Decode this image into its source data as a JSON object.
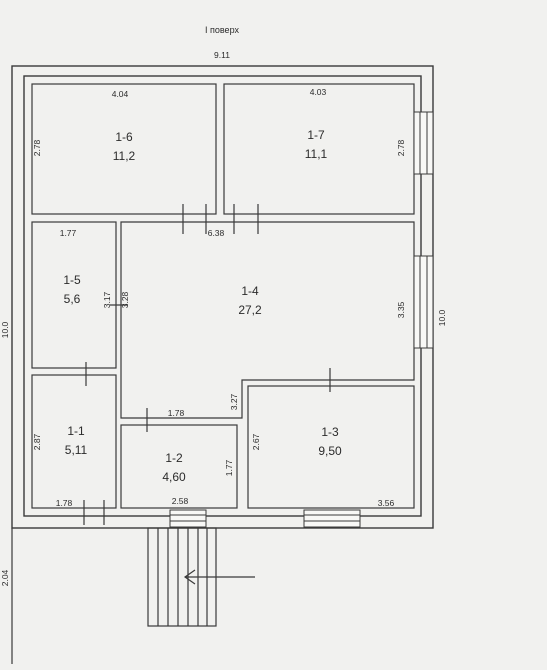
{
  "title": "I поверх",
  "dimensions": {
    "top_total": "9.11",
    "left_total": "10.0",
    "right_total": "10.0",
    "porch_height": "2.04",
    "r16_width": "4.04",
    "r16_height": "2.78",
    "r17_width": "4.03",
    "r17_height": "2.78",
    "r15_width": "1.77",
    "r15_height_a": "3.17",
    "r15_height_b": "3.28",
    "hall_width": "6.38",
    "hall_height": "3.35",
    "r11_height": "2.87",
    "r11_width": "1.78",
    "r12_width_top": "1.78",
    "r12_width_bottom": "2.58",
    "r12_height": "1.77",
    "r13_height_a": "3.27",
    "r13_height_b": "2.67",
    "r13_width": "3.56"
  },
  "rooms": [
    {
      "id": "1-6",
      "area": "11,2"
    },
    {
      "id": "1-7",
      "area": "11,1"
    },
    {
      "id": "1-5",
      "area": "5,6"
    },
    {
      "id": "1-4",
      "area": "27,2"
    },
    {
      "id": "1-1",
      "area": "5,11"
    },
    {
      "id": "1-2",
      "area": "4,60"
    },
    {
      "id": "1-3",
      "area": "9,50"
    }
  ]
}
